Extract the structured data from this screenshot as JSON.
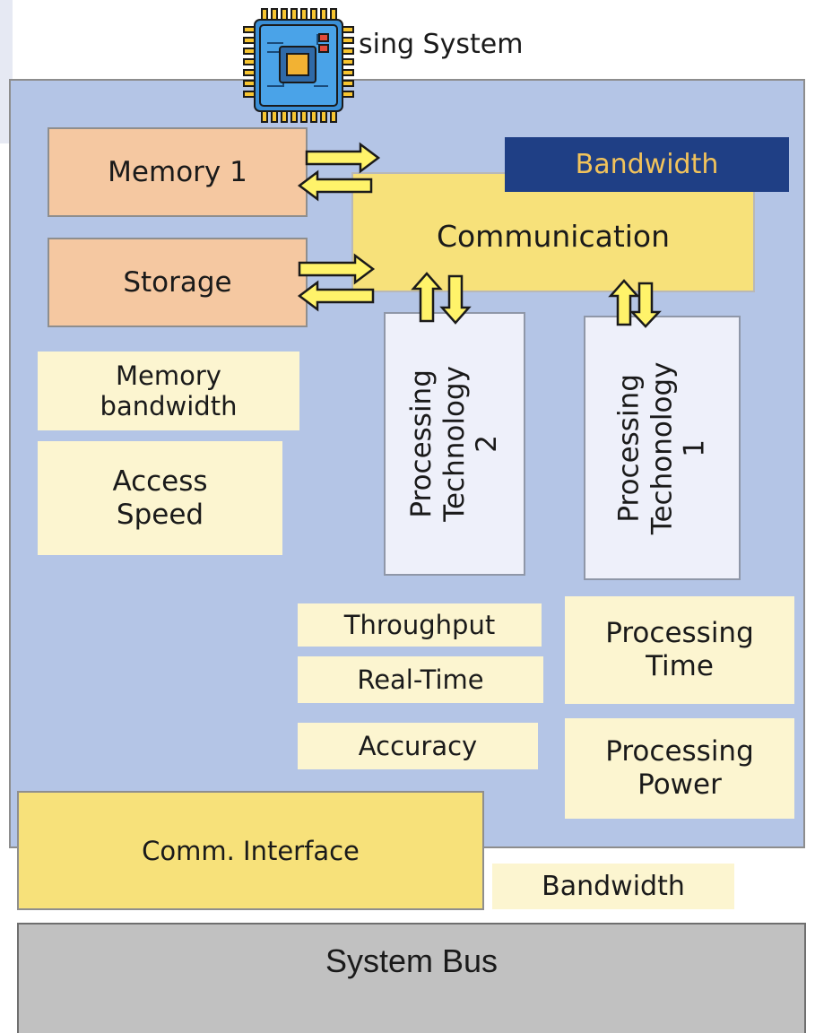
{
  "title": "sing System",
  "blocks": {
    "memory1": "Memory 1",
    "storage": "Storage",
    "communication": "Communication",
    "bandwidth_top": "Bandwidth",
    "processing2": [
      "Processing",
      "Technology",
      "2"
    ],
    "processing1": [
      "Processing",
      "Techonology",
      "1"
    ],
    "comm_interface": "Comm. Interface",
    "system_bus": "System Bus"
  },
  "metrics": {
    "memory_bandwidth": [
      "Memory",
      "bandwidth"
    ],
    "access_speed": [
      "Access",
      "Speed"
    ],
    "throughput": "Throughput",
    "real_time": "Real-Time",
    "accuracy": "Accuracy",
    "processing_time": [
      "Processing",
      "Time"
    ],
    "processing_power": [
      "Processing",
      "Power"
    ],
    "bandwidth_bottom": "Bandwidth"
  },
  "colors": {
    "system_panel": "#b4c5e6",
    "memory": "#f5c8a1",
    "communication": "#f7e17a",
    "bandwidth_fill": "#1f3f85",
    "bandwidth_text": "#f2c35b",
    "processing": "#eef0fa",
    "note": "#fcf5d0",
    "bus": "#c1c1c1",
    "arrow_fill": "#fff36a"
  },
  "icons": {
    "logo": "cpu-chip-icon"
  }
}
